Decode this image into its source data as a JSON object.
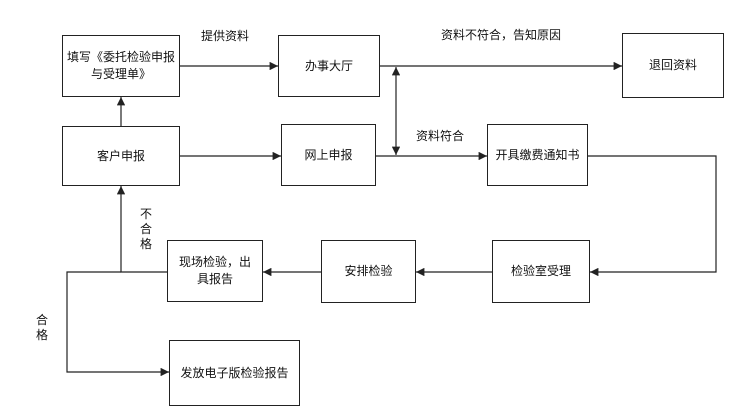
{
  "nodes": {
    "fill_form": "填写《委托检验申报与受理单》",
    "service_hall": "办事大厅",
    "return_docs": "退回资料",
    "customer_apply": "客户申报",
    "online_apply": "网上申报",
    "payment_notice": "开具缴费通知书",
    "onsite_inspect": "现场检验，出具报告",
    "arrange_inspect": "安排检验",
    "lab_accept": "检验室受理",
    "issue_report": "发放电子版检验报告"
  },
  "edges": {
    "provide_docs": "提供资料",
    "docs_invalid": "资料不符合，告知原因",
    "docs_valid": "资料符合",
    "not_qualified": "不合格",
    "qualified": "合格"
  },
  "colors": {
    "line": "#222222",
    "border": "#222222"
  }
}
